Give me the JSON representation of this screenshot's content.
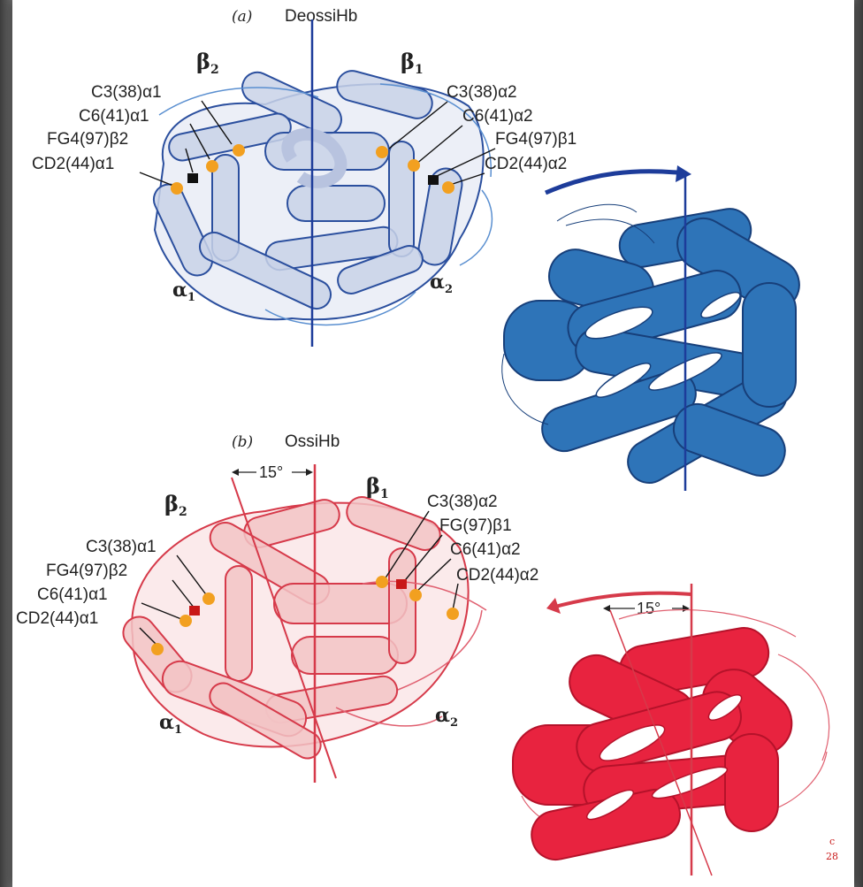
{
  "panel_a": {
    "letter": "(a)",
    "title": "DeossiHb",
    "subunits": {
      "beta2": "β",
      "beta2_sub": "2",
      "beta1": "β",
      "beta1_sub": "1",
      "alpha1": "α",
      "alpha1_sub": "1",
      "alpha2": "α",
      "alpha2_sub": "2"
    },
    "labels_left": [
      "C3(38)α1",
      "C6(41)α1",
      "FG4(97)β2",
      "CD2(44)α1"
    ],
    "labels_right": [
      "C3(38)α2",
      "C6(41)α2",
      "FG4(97)β1",
      "CD2(44)α2"
    ],
    "colors": {
      "outline": "#2b4f9e",
      "fill": "#c9d2e8",
      "model": "#2e74b8",
      "dot": "#f2a020",
      "contact": "#111111"
    }
  },
  "panel_b": {
    "letter": "(b)",
    "title": "OssiHb",
    "angle": "15°",
    "subunits": {
      "beta2": "β",
      "beta2_sub": "2",
      "beta1": "β",
      "beta1_sub": "1",
      "alpha1": "α",
      "alpha1_sub": "1",
      "alpha2": "α",
      "alpha2_sub": "2"
    },
    "labels_left": [
      "C3(38)α1",
      "FG4(97)β2",
      "C6(41)α1",
      "CD2(44)α1"
    ],
    "labels_right": [
      "C3(38)α2",
      "FG(97)β1",
      "C6(41)α2",
      "CD2(44)α2"
    ],
    "colors": {
      "outline": "#d63a4a",
      "fill": "#f2c4c6",
      "model": "#e8233f",
      "dot": "#f2a020",
      "contact": "#c81818"
    }
  },
  "signature": "c\n28"
}
